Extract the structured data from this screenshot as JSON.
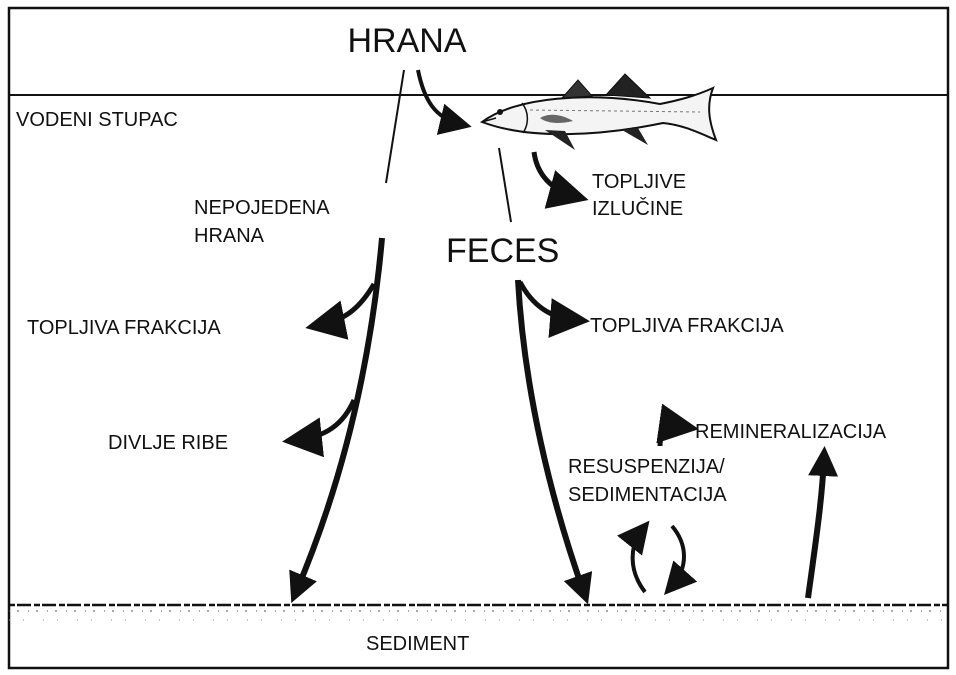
{
  "title": "HRANA",
  "labels": {
    "water_column": "VODENI STUPAC",
    "uneaten_food_line1": "NEPOJEDENA",
    "uneaten_food_line2": "HRANA",
    "feces": "FECES",
    "soluble_excretions_line1": "TOPLJIVE",
    "soluble_excretions_line2": "IZLUČINE",
    "soluble_fraction_left": "TOPLJIVA FRAKCIJA",
    "soluble_fraction_right": "TOPLJIVA FRAKCIJA",
    "wild_fish": "DIVLJE RIBE",
    "remineralization": "REMINERALIZACIJA",
    "resuspension_line1": "RESUSPENZIJA/",
    "resuspension_line2": "SEDIMENTACIJA",
    "sediment": "SEDIMENT"
  },
  "colors": {
    "ink": "#111111",
    "background": "#ffffff"
  }
}
